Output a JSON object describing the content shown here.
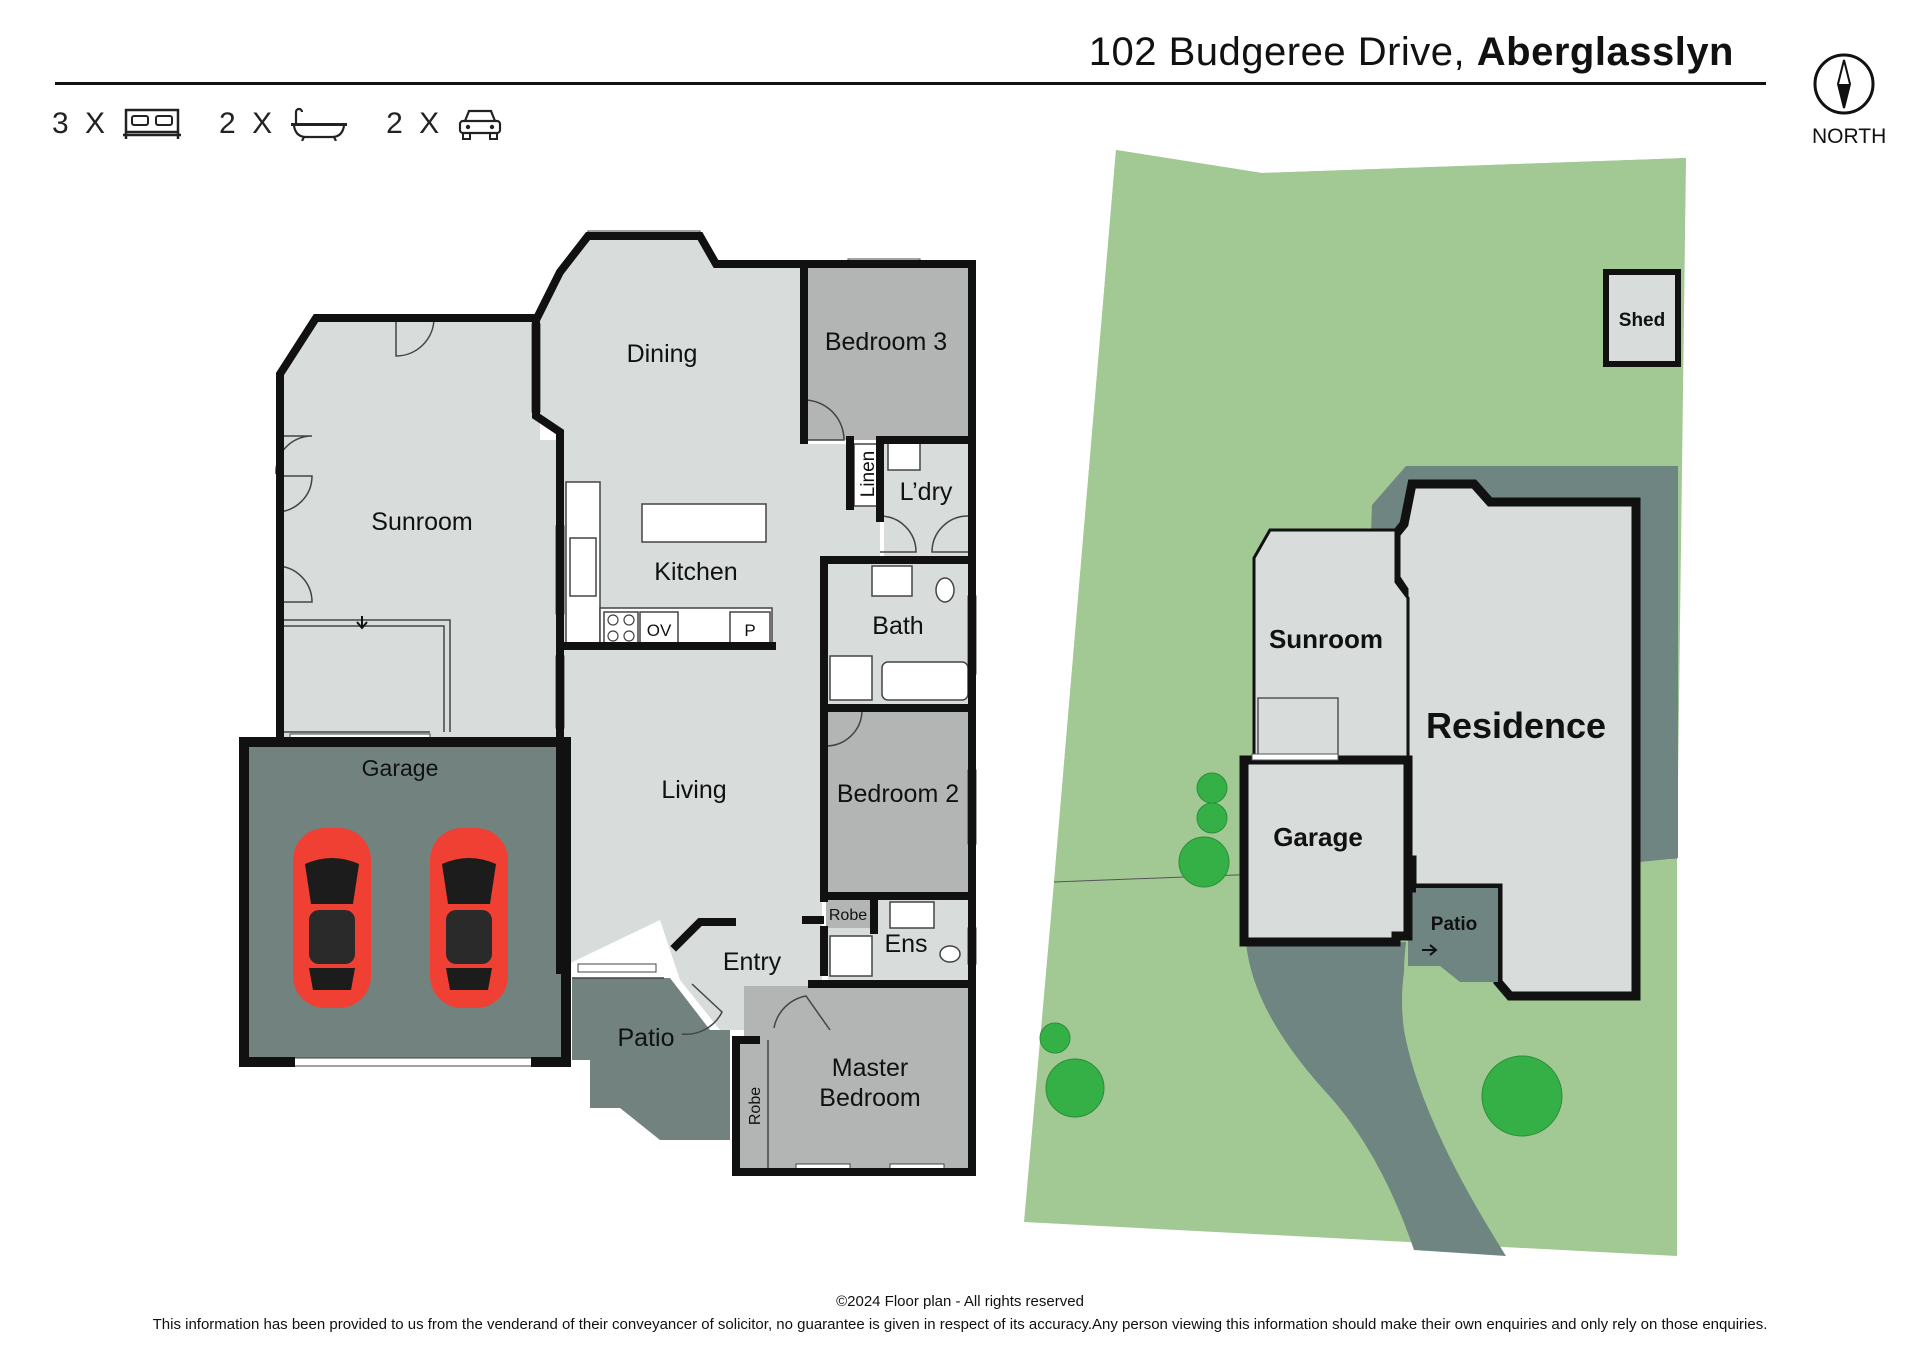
{
  "header": {
    "street": "102 Budgeree Drive,",
    "suburb": "Aberglasslyn"
  },
  "stats": {
    "beds": {
      "count": "3",
      "x": "X",
      "icon": "bed-icon"
    },
    "baths": {
      "count": "2",
      "x": "X",
      "icon": "bath-icon"
    },
    "cars": {
      "count": "2",
      "x": "X",
      "icon": "car-icon"
    }
  },
  "compass": {
    "label": "NORTH",
    "icon": "compass-icon"
  },
  "floorplan": {
    "rooms": {
      "dining": "Dining",
      "bedroom3": "Bedroom 3",
      "sunroom": "Sunroom",
      "linen": "Linen",
      "laundry": "L’dry",
      "kitchen": "Kitchen",
      "bath": "Bath",
      "oven": "OV",
      "pantry": "P",
      "garage": "Garage",
      "living": "Living",
      "bedroom2": "Bedroom 2",
      "robe_small": "Robe",
      "ensuite": "Ens",
      "entry": "Entry",
      "patio": "Patio",
      "master_line1": "Master",
      "master_line2": "Bedroom",
      "robe_master": "Robe"
    }
  },
  "siteplan": {
    "shed": "Shed",
    "sunroom": "Sunroom",
    "residence": "Residence",
    "garage": "Garage",
    "patio": "Patio"
  },
  "colors": {
    "lawn": "#a2c894",
    "slab": "#6e8581",
    "room_light": "#d8dcdb",
    "room_mid": "#b3b5b5",
    "garage_fill": "#71827f",
    "car_red": "#f04034",
    "tree": "#35b046",
    "wall": "#111111"
  },
  "footer": {
    "copyright": "©2024 Floor plan  - All rights reserved",
    "disclaimer": "This information has been provided to us from the venderand of their conveyancer of solicitor, no guarantee is given in respect of its accuracy.Any person viewing this information should make their own enquiries and only rely on those enquiries."
  }
}
